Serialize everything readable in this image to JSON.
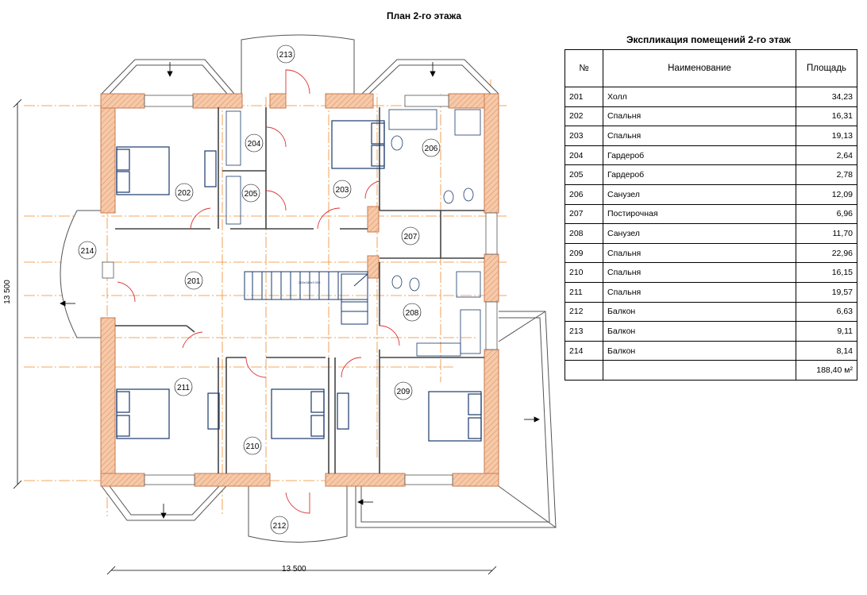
{
  "plan": {
    "title": "План 2-го этажа",
    "dim_horizontal": "13 500",
    "dim_vertical": "13 500",
    "room_labels": [
      "201",
      "202",
      "203",
      "204",
      "205",
      "206",
      "207",
      "208",
      "209",
      "210",
      "211",
      "212",
      "213",
      "214"
    ],
    "stair_text": "200х180х3 000"
  },
  "table": {
    "title": "Экспликация помещений 2-го этаж",
    "headers": [
      "№",
      "Наименование",
      "Площадь"
    ],
    "rows": [
      {
        "num": "201",
        "name": "Холл",
        "area": "34,23"
      },
      {
        "num": "202",
        "name": "Спальня",
        "area": "16,31"
      },
      {
        "num": "203",
        "name": "Спальня",
        "area": "19,13"
      },
      {
        "num": "204",
        "name": "Гардероб",
        "area": "2,64"
      },
      {
        "num": "205",
        "name": "Гардероб",
        "area": "2,78"
      },
      {
        "num": "206",
        "name": "Санузел",
        "area": "12,09"
      },
      {
        "num": "207",
        "name": "Постирочная",
        "area": "6,96"
      },
      {
        "num": "208",
        "name": "Санузел",
        "area": "11,70"
      },
      {
        "num": "209",
        "name": "Спальня",
        "area": "22,96"
      },
      {
        "num": "210",
        "name": "Спальня",
        "area": "16,15"
      },
      {
        "num": "211",
        "name": "Спальня",
        "area": "19,57"
      },
      {
        "num": "212",
        "name": "Балкон",
        "area": "6,63"
      },
      {
        "num": "213",
        "name": "Балкон",
        "area": "9,11"
      },
      {
        "num": "214",
        "name": "Балкон",
        "area": "8,14"
      }
    ],
    "total": "188,40 м²"
  },
  "colors": {
    "wall_fill": "#f6c9a8",
    "wall_stroke": "#c97a50",
    "axis": "#f08a2c",
    "furniture": "#1a3a6b",
    "line": "#555555"
  }
}
